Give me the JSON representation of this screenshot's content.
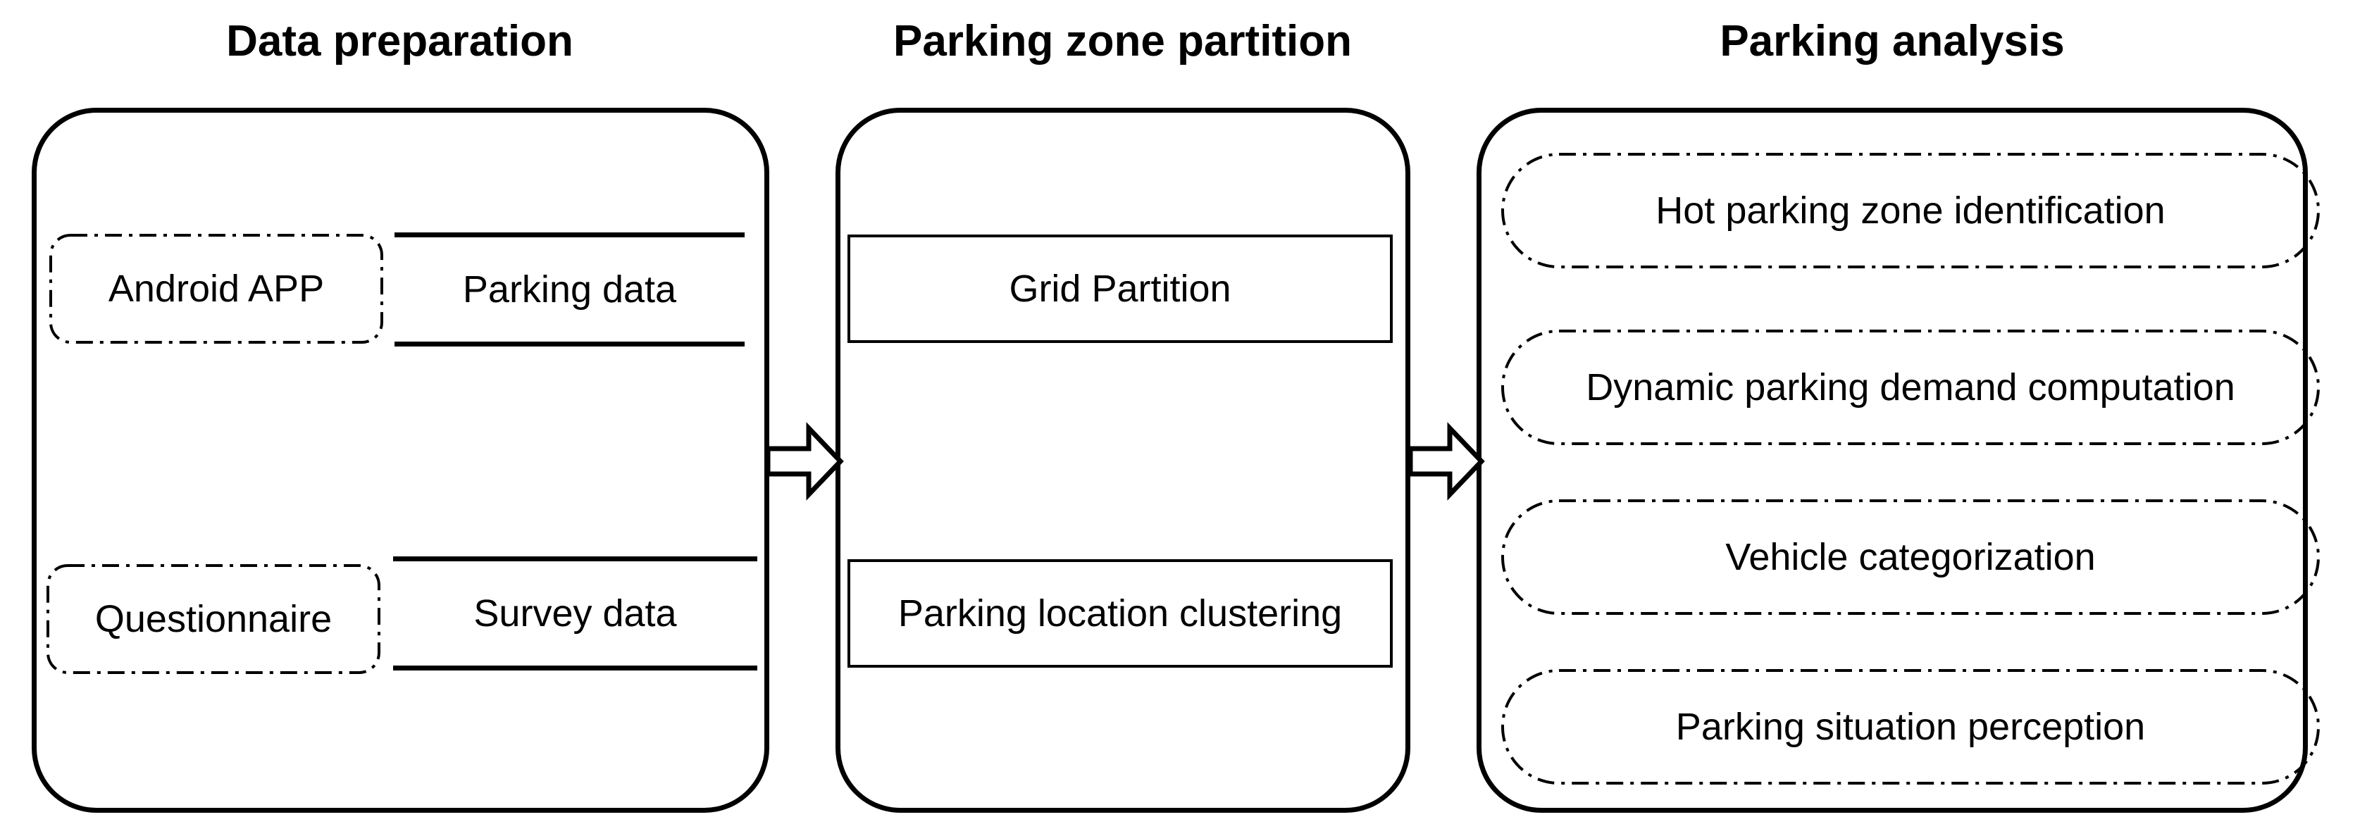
{
  "sections": {
    "data_preparation": {
      "title": "Data preparation",
      "sources": [
        {
          "source": "Android APP",
          "data": "Parking data"
        },
        {
          "source": "Questionnaire",
          "data": "Survey data"
        }
      ]
    },
    "zone_partition": {
      "title": "Parking zone partition",
      "methods": [
        "Grid Partition",
        "Parking location clustering"
      ]
    },
    "parking_analysis": {
      "title": "Parking analysis",
      "tasks": [
        "Hot parking zone identification",
        "Dynamic parking demand computation",
        "Vehicle categorization",
        "Parking situation perception"
      ]
    }
  },
  "colors": {
    "stroke": "#000000",
    "background": "#ffffff"
  },
  "icons": [
    "flow-arrow-icon"
  ]
}
